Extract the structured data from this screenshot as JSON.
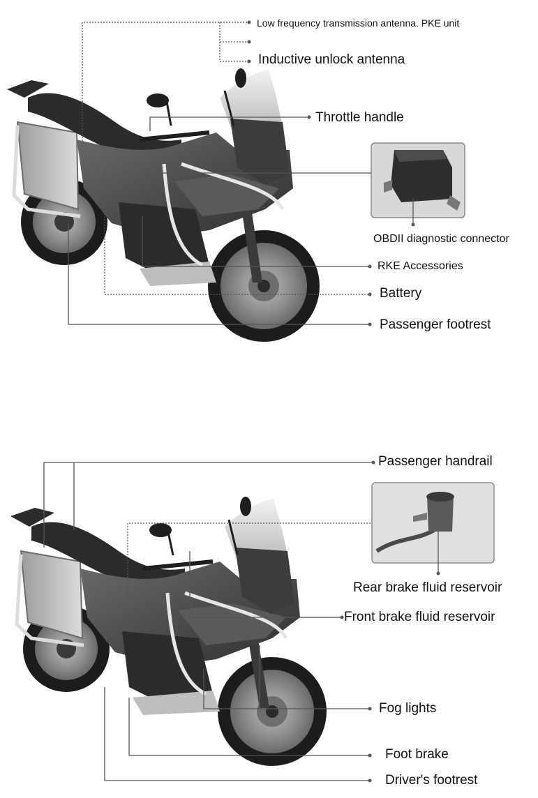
{
  "top_diagram": {
    "labels": {
      "pke_antenna": "Low frequency transmission antenna. PKE unit",
      "inductive_antenna": "Inductive unlock antenna",
      "throttle": "Throttle handle",
      "obd": "OBDII diagnostic connector",
      "rke": "RKE Accessories",
      "battery": "Battery",
      "passenger_footrest": "Passenger footrest"
    }
  },
  "bottom_diagram": {
    "labels": {
      "handrail": "Passenger handrail",
      "rear_reservoir": "Rear brake fluid reservoir",
      "front_reservoir": "Front brake fluid reservoir",
      "fog": "Fog lights",
      "foot_brake": "Foot brake",
      "driver_footrest": "Driver's footrest"
    }
  },
  "colors": {
    "leader_line": "#555555",
    "dot": "#555555",
    "bike_body": "#4a4a4a",
    "bike_dark": "#2b2b2b",
    "tire": "#1c1c1c",
    "windshield": "#d9d9d9",
    "pannier": "#bdbdbd",
    "crash_bar": "#e6e6e6",
    "inset_border": "#8a8a8a",
    "inset_bg": "#d8d8d8"
  }
}
